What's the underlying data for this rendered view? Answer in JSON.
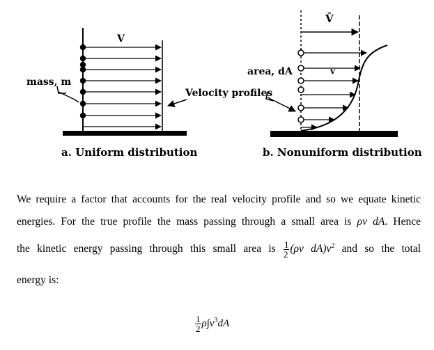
{
  "figure": {
    "left": {
      "velocity_label": "V",
      "mass_label": "mass, m",
      "caption": "a. Uniform distribution"
    },
    "right": {
      "mean_velocity_label": "V̄",
      "area_label": "area, dA",
      "local_velocity_label": "v",
      "profiles_label": "Velocity profiles",
      "caption": "b. Nonuniform distribution"
    }
  },
  "text": {
    "p1_line1": "We require a factor that accounts for the real velocity profile and so we equate kinetic",
    "p1_line2_a": "energies. For the true profile the mass passing through a small area is",
    "p1_line2_math": "ρv dA",
    "p1_line2_b": ". Hence",
    "p1_line3_a": "the kinetic energy passing through this small area is",
    "p1_line3_frac_num": "1",
    "p1_line3_frac_den": "2",
    "p1_line3_math": "(ρv dA)v",
    "p1_line3_exp": "2",
    "p1_line3_b": "and so the total",
    "p1_line4": "energy is:",
    "eq_frac_num": "1",
    "eq_frac_den": "2",
    "eq_body": "ρ∫v",
    "eq_exp": "3",
    "eq_tail": "dA"
  }
}
